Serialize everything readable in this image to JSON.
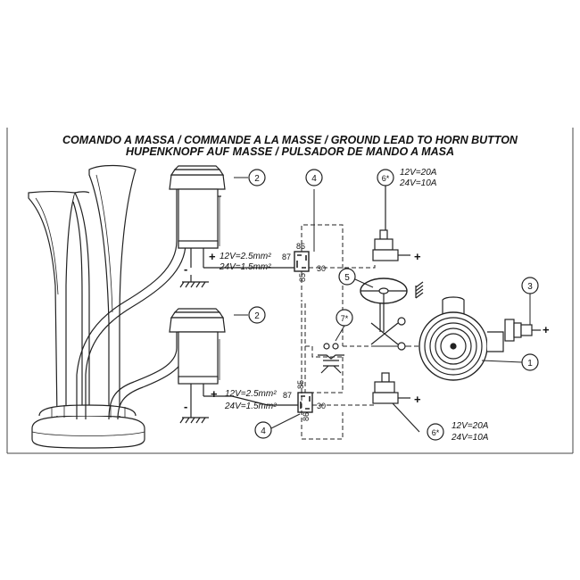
{
  "title_line1": "COMANDO A MASSA / COMMANDE A LA MASSE / GROUND LEAD TO HORN BUTTON",
  "title_line2": "HUPENKNOPF AUF MASSE / PULSADOR DE MANDO A MASA",
  "callouts": {
    "horn": "1",
    "compressor_top": "2",
    "compressor_bottom": "2",
    "connector": "3",
    "relay_top": "4",
    "relay_bottom": "4",
    "steering_button": "5",
    "fuse_top": "6*",
    "fuse_bottom": "6*",
    "switch": "7*"
  },
  "fuse_ratings": {
    "top_12v": "12V=20A",
    "top_24v": "24V=10A",
    "bottom_12v": "12V=20A",
    "bottom_24v": "24V=10A"
  },
  "wire_specs": {
    "top_12v": "12V=2.5mm²",
    "top_24v": "24V=1.5mm²",
    "bottom_12v": "12V=2.5mm²",
    "bottom_24v": "24V=1.5mm²"
  },
  "relay_top_pins": {
    "p86": "86",
    "p87": "87",
    "p85": "85",
    "p30": "30"
  },
  "relay_bottom_pins": {
    "p85": "85",
    "p87": "87",
    "p86": "86",
    "p30": "30"
  },
  "symbols": {
    "plus": "+",
    "minus": "-"
  }
}
